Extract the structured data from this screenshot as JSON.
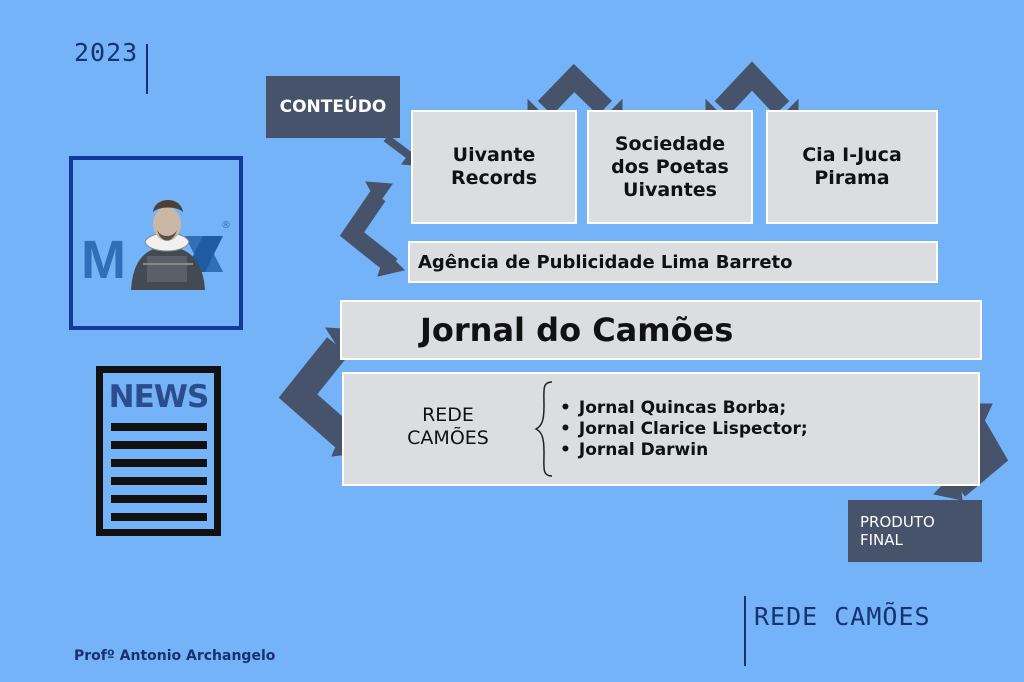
{
  "year": "2023",
  "labels": {
    "conteudo": "CONTEÚDO",
    "produto_final_line1": "PRODUTO",
    "produto_final_line2": "FINAL"
  },
  "top_boxes": [
    {
      "line1": "Uivante",
      "line2": "Records",
      "line3": ""
    },
    {
      "line1": "Sociedade",
      "line2": "dos Poetas",
      "line3": "Uivantes"
    },
    {
      "line1": "Cia I-Juca",
      "line2": "Pirama",
      "line3": ""
    }
  ],
  "agency": "Agência de Publicidade Lima Barreto",
  "jornal": "Jornal do Camões",
  "rede": {
    "title_line1": "REDE",
    "title_line2": "CAMÕES",
    "items": [
      "Jornal Quincas Borba;",
      "Jornal Clarice Lispector;",
      "Jornal Darwin"
    ]
  },
  "logo": {
    "letters": "M",
    "registered": "®"
  },
  "news_icon": {
    "title": "NEWS"
  },
  "footer": {
    "signature": "Profº Antonio Archangelo",
    "title": "REDE CAMÕES"
  },
  "colors": {
    "background": "#74b3f7",
    "box": "#dcdde1",
    "arrow": "#46536a",
    "accent_blue": "#123a9a"
  }
}
